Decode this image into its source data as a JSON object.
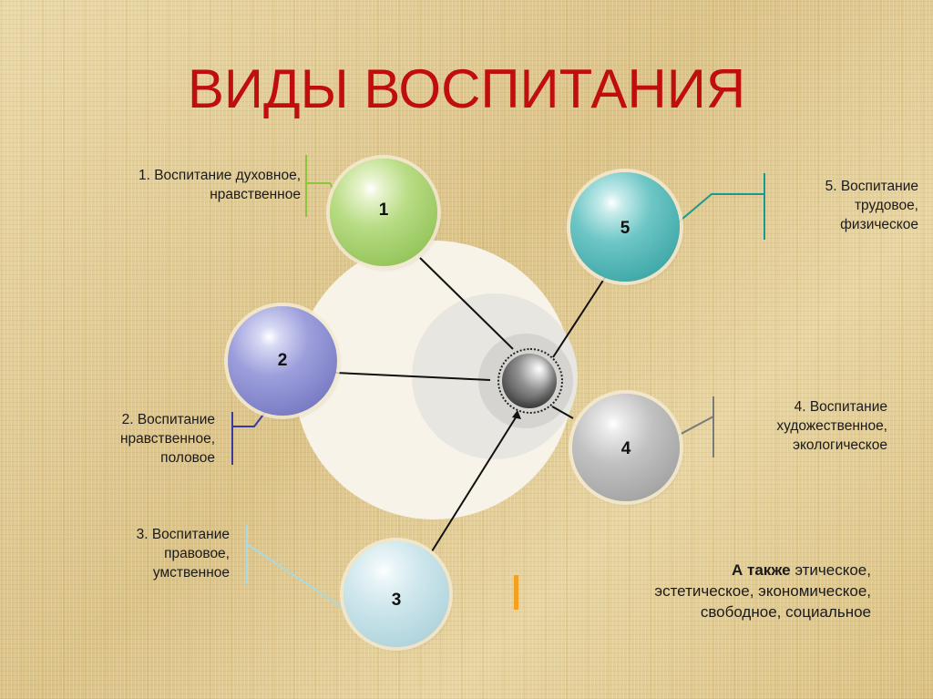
{
  "title": "ВИДЫ ВОСПИТАНИЯ",
  "center": {
    "icon": "sphere-hub-icon"
  },
  "items": [
    {
      "num": "1",
      "line1": "1. Воспитание духовное,",
      "line2": "нравственное",
      "line3": "",
      "color": "#98c75f",
      "callout_color": "#8cc63f"
    },
    {
      "num": "2",
      "line1": "2. Воспитание",
      "line2": "нравственное,",
      "line3": "половое",
      "color": "#7c7fc6",
      "callout_color": "#3a3aa0"
    },
    {
      "num": "3",
      "line1": "3. Воспитание",
      "line2": "правовое,",
      "line3": "умственное",
      "color": "#b3d6de",
      "callout_color": "#a8dadf"
    },
    {
      "num": "4",
      "line1": "4. Воспитание",
      "line2": "художественное,",
      "line3": "экологическое",
      "color": "#a7a7a7",
      "callout_color": "#7a7a7a"
    },
    {
      "num": "5",
      "line1": "5. Воспитание",
      "line2": "трудовое,",
      "line3": "физическое",
      "color": "#44abab",
      "callout_color": "#1a9a8f"
    }
  ],
  "also": {
    "bold": "А также",
    "rest": " этическое,",
    "line2": "эстетическое, экономическое,",
    "line3": "свободное, социальное"
  },
  "colors": {
    "title": "#c00d0d",
    "accent_bar": "#f5a020"
  }
}
